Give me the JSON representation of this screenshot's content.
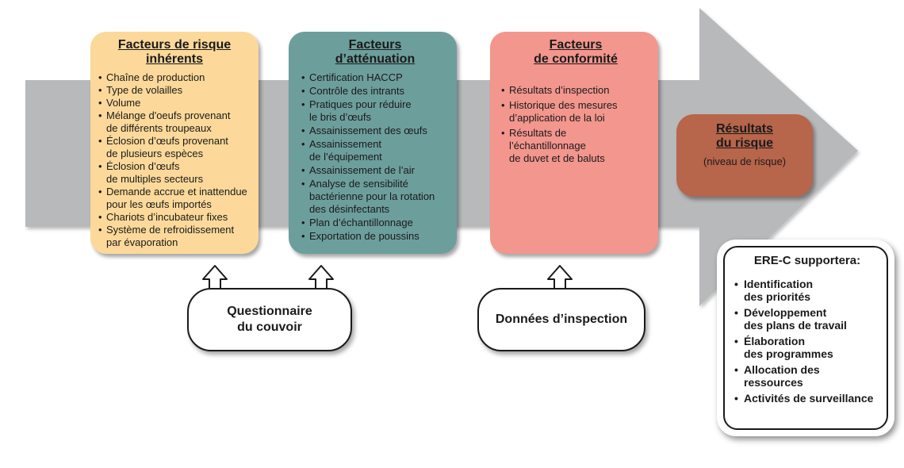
{
  "colors": {
    "arrow": "#b8b9bb",
    "inherent": "#fcd99a",
    "attenuation": "#6c9e9c",
    "conformity": "#f3968e",
    "result": "#b7654b"
  },
  "inherent": {
    "title": "Facteurs de risque\ninhérents",
    "items": [
      "Chaîne de production",
      "Type de volailles",
      "Volume",
      "Mélange d'oeufs provenant\nde différents troupeaux",
      "Éclosion d’œufs provenant\nde plusieurs espèces",
      "Éclosion d’œufs\nde multiples secteurs",
      "Demande accrue et inattendue\npour les œufs importés",
      "Chariots d’incubateur fixes",
      "Système de refroidissement\npar évaporation"
    ]
  },
  "attenuation": {
    "title": "Facteurs\nd’atténuation",
    "items": [
      "Certification HACCP",
      "Contrôle des intrants",
      "Pratiques pour réduire\nle bris d’œufs",
      "Assainissement des œufs",
      "Assainissement\nde l’équipement",
      "Assainissement de l’air",
      "Analyse de sensibilité\nbactérienne pour la rotation\ndes désinfectants",
      "Plan d’échantillonnage",
      "Exportation de poussins"
    ]
  },
  "conformity": {
    "title": "Facteurs\nde conformité",
    "items": [
      "Résultats d’inspection",
      "Historique des mesures\nd’application de la loi",
      "Résultats de\nl’échantillonnage\nde duvet et de baluts"
    ]
  },
  "result": {
    "title": "Résultats\ndu risque",
    "subtitle": "(niveau de risque)"
  },
  "sources": {
    "hatchery": "Questionnaire\ndu couvoir",
    "inspection": "Données d’inspection"
  },
  "support": {
    "title": "ERE-C supportera:",
    "items": [
      "Identification\ndes priorités",
      "Développement\ndes plans de travail",
      "Élaboration\ndes programmes",
      "Allocation des ressources",
      "Activités de surveillance"
    ]
  }
}
